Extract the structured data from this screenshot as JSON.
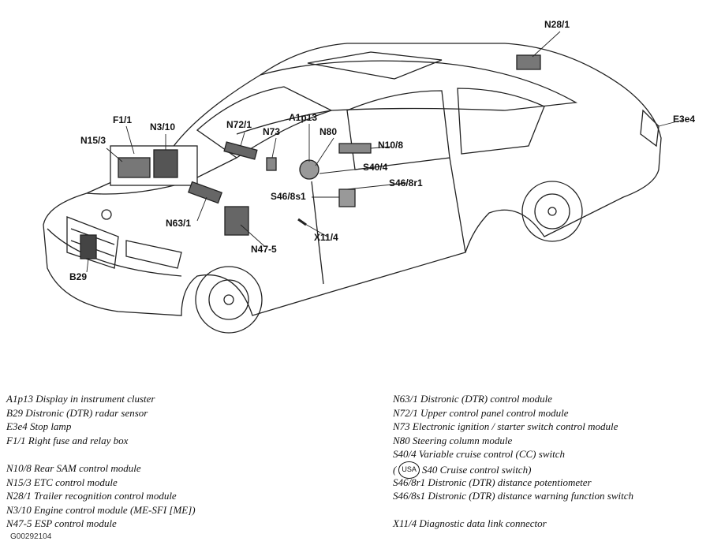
{
  "callouts": {
    "n28_1": "N28/1",
    "e3e4": "E3e4",
    "f1_1": "F1/1",
    "n3_10": "N3/10",
    "n15_3": "N15/3",
    "n72_1": "N72/1",
    "n73": "N73",
    "a1p13": "A1p13",
    "n80": "N80",
    "n10_8": "N10/8",
    "s40_4": "S40/4",
    "s46_8r1": "S46/8r1",
    "s46_8s1": "S46/8s1",
    "n63_1": "N63/1",
    "x11_4": "X11/4",
    "n47_5": "N47-5",
    "b29": "B29"
  },
  "legend_left": [
    "A1p13 Display in instrument cluster",
    "B29 Distronic (DTR) radar sensor",
    "E3e4 Stop lamp",
    "F1/1 Right fuse and relay box",
    "N10/8 Rear SAM control module",
    "N15/3 ETC control module",
    "N28/1 Trailer recognition control module",
    "N3/10 Engine control module (ME-SFI [ME])",
    "N47-5 ESP control module"
  ],
  "legend_right": [
    "N63/1 Distronic (DTR) control module",
    "N72/1 Upper control panel control module",
    "N73 Electronic ignition / starter switch control module",
    "N80 Steering column module",
    "S40/4 Variable cruise control (CC) switch",
    "S46/8r1 Distronic (DTR) distance potentiometer",
    "S46/8s1 Distronic (DTR) distance warning function switch",
    "X11/4 Diagnostic data link connector"
  ],
  "usa_note": {
    "open": "(",
    "badge": "USA",
    "text": "S40 Cruise control switch)"
  },
  "figure_code": "G00292104"
}
